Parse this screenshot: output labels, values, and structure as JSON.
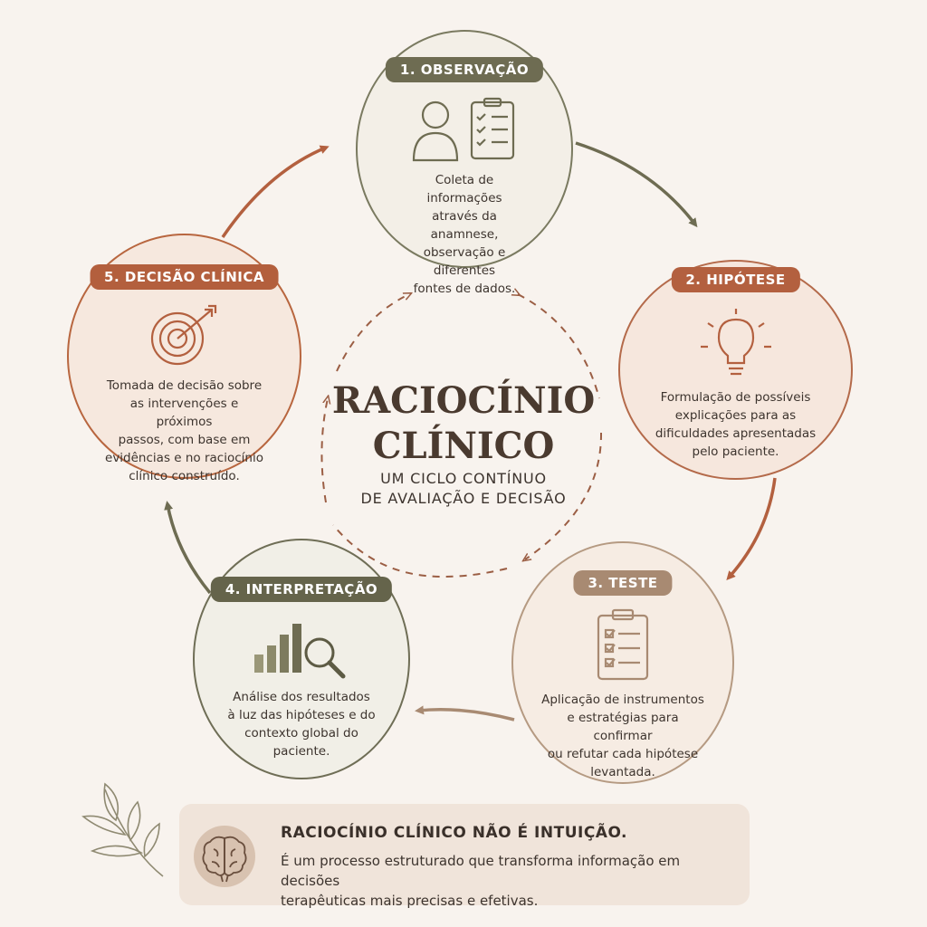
{
  "center": {
    "title_line1": "RACIOCÍNIO",
    "title_line2": "CLÍNICO",
    "subtitle_line1": "UM CICLO CONTÍNUO",
    "subtitle_line2": "DE AVALIAÇÃO E DECISÃO"
  },
  "steps": [
    {
      "label": "1. OBSERVAÇÃO",
      "icon": "person-clipboard-icon",
      "desc": [
        "Coleta de informações",
        "através da anamnese,",
        "observação e diferentes",
        "fontes de dados."
      ]
    },
    {
      "label": "2. HIPÓTESE",
      "icon": "lightbulb-icon",
      "desc": [
        "Formulação de possíveis",
        "explicações para as",
        "dificuldades apresentadas",
        "pelo paciente."
      ]
    },
    {
      "label": "3. TESTE",
      "icon": "checklist-clipboard-icon",
      "desc": [
        "Aplicação de instrumentos",
        "e estratégias para confirmar",
        "ou refutar cada hipótese",
        "levantada."
      ]
    },
    {
      "label": "4. INTERPRETAÇÃO",
      "icon": "bar-chart-magnifier-icon",
      "desc": [
        "Análise dos resultados",
        "à luz das hipóteses e do",
        "contexto global do",
        "paciente."
      ]
    },
    {
      "label": "5. DECISÃO CLÍNICA",
      "icon": "target-arrow-icon",
      "desc": [
        "Tomada de decisão sobre",
        "as intervenções e próximos",
        "passos, com base em",
        "evidências e no raciocínio",
        "clínico construído."
      ]
    }
  ],
  "note": {
    "title": "RACIOCÍNIO CLÍNICO NÃO É INTUIÇÃO.",
    "text_line1": "É um processo estruturado que transforma informação em decisões",
    "text_line2": "terapêuticas mais precisas e efetivas.",
    "icon": "brain-icon"
  },
  "colors": {
    "background": "#f8f3ee",
    "olive": "#6e6c52",
    "terracotta": "#b3603f",
    "tan": "#a88a72"
  }
}
